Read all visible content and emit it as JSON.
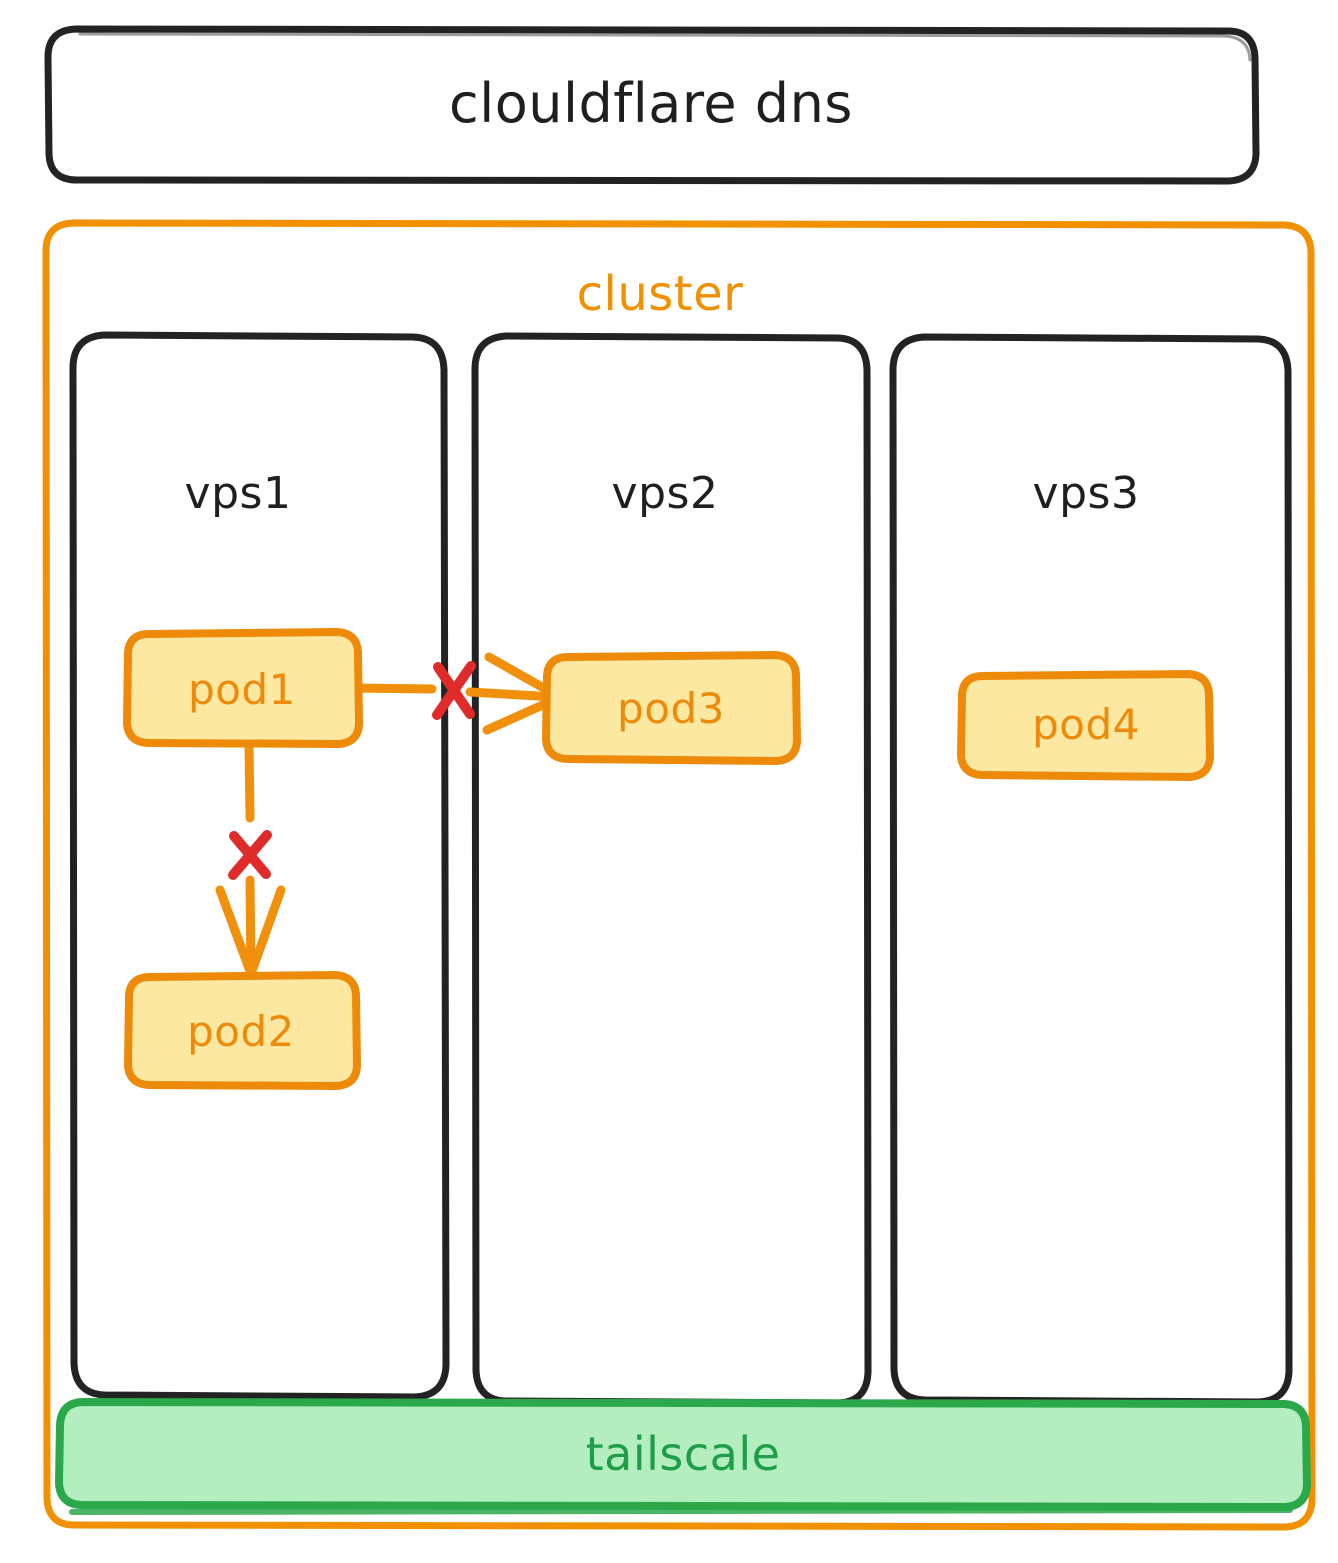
{
  "diagram": {
    "type": "architecture-flowchart",
    "style": "hand-drawn",
    "background": "#ffffff",
    "colors": {
      "ink": "#232323",
      "cluster_border": "#F29100",
      "pod_fill": "#FCE8A0",
      "pod_border": "#EE8A0A",
      "pod_text": "#EE8A0A",
      "edge": "#F0900C",
      "blocked_marker": "#E02B2B",
      "tailscale_fill": "#B3EDC0",
      "tailscale_border": "#2BA84A",
      "tailscale_text": "#1E9E46"
    },
    "top_node": {
      "label": "clouldflare dns"
    },
    "cluster": {
      "label": "cluster",
      "nodes": [
        {
          "id": "vps1",
          "label": "vps1",
          "pods": [
            {
              "id": "pod1",
              "label": "pod1"
            },
            {
              "id": "pod2",
              "label": "pod2"
            }
          ]
        },
        {
          "id": "vps2",
          "label": "vps2",
          "pods": [
            {
              "id": "pod3",
              "label": "pod3"
            }
          ]
        },
        {
          "id": "vps3",
          "label": "vps3",
          "pods": [
            {
              "id": "pod4",
              "label": "pod4"
            }
          ]
        }
      ],
      "network_bar": {
        "label": "tailscale"
      }
    },
    "edges": [
      {
        "id": "edge-pod1-pod3",
        "from": "pod1",
        "to": "pod3",
        "direction": "horizontal",
        "blocked": true,
        "marker": "x"
      },
      {
        "id": "edge-pod1-pod2",
        "from": "pod1",
        "to": "pod2",
        "direction": "vertical",
        "blocked": true,
        "marker": "x"
      }
    ]
  }
}
